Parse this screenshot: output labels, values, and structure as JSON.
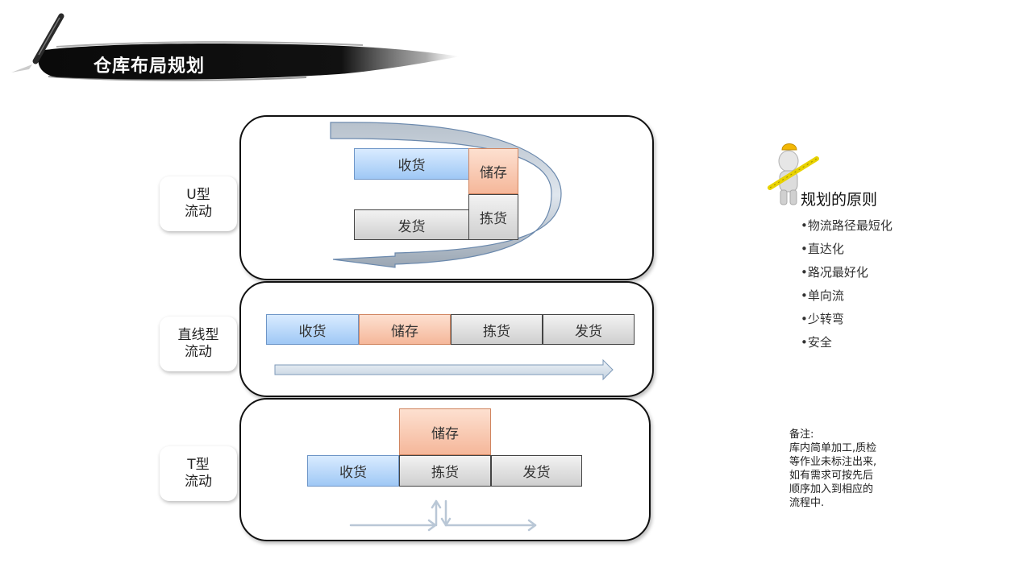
{
  "page": {
    "title": "仓库布局规划"
  },
  "panels": {
    "u_flow": {
      "label_line1": "U型",
      "label_line2": "流动",
      "receiving": "收货",
      "storage": "储存",
      "picking": "拣货",
      "shipping": "发货"
    },
    "straight_flow": {
      "label_line1": "直线型",
      "label_line2": "流动",
      "receiving": "收货",
      "storage": "储存",
      "picking": "拣货",
      "shipping": "发货"
    },
    "t_flow": {
      "label_line1": "T型",
      "label_line2": "流动",
      "storage": "储存",
      "receiving": "收货",
      "picking": "拣货",
      "shipping": "发货"
    }
  },
  "principles": {
    "title": "规划的原则",
    "items": [
      "•物流路径最短化",
      "•直达化",
      "•路况最好化",
      "•单向流",
      "•少转弯",
      "•安全"
    ]
  },
  "note": {
    "lines": [
      "备注:",
      "库内简单加工,质检",
      "等作业未标注出来,",
      "如有需求可按先后",
      "顺序加入到相应的",
      "流程中."
    ]
  },
  "colors": {
    "receiving": "#9fc8f5",
    "storage": "#f5b79a",
    "picking_shipping": "#cfcfcf",
    "arrow": "#c9d6e4",
    "banner": "#111111"
  },
  "icons": {
    "brush": "brush-icon",
    "figure": "worker-with-ruler-icon"
  }
}
